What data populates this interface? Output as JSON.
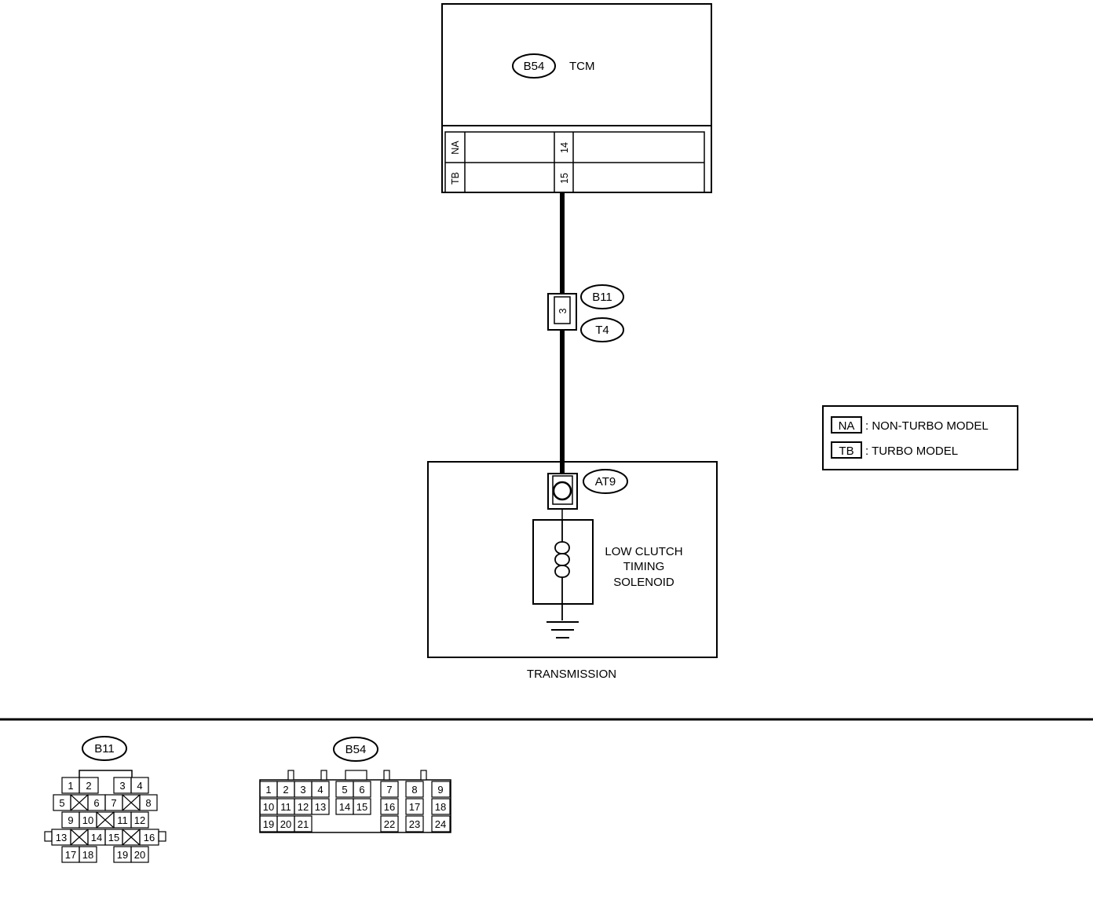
{
  "tcm": {
    "connector_id": "B54",
    "name": "TCM",
    "row_codes": {
      "na": "NA",
      "tb": "TB"
    },
    "pins": {
      "na": "14",
      "tb": "15"
    }
  },
  "junction": {
    "connector_a": "B11",
    "connector_b": "T4",
    "pin": "3"
  },
  "transmission": {
    "connector_id": "AT9",
    "component_lines": [
      "LOW CLUTCH",
      "TIMING",
      "SOLENOID"
    ],
    "label": "TRANSMISSION"
  },
  "legend": {
    "items": [
      {
        "code": "NA",
        "desc": ": NON-TURBO MODEL"
      },
      {
        "code": "TB",
        "desc": ": TURBO MODEL"
      }
    ]
  },
  "connector_views": {
    "b11": {
      "id": "B11",
      "rows": [
        [
          "1",
          "2",
          "3",
          "4"
        ],
        [
          "5",
          "6",
          "7",
          "8"
        ],
        [
          "9",
          "10",
          "11",
          "12"
        ],
        [
          "13",
          "14",
          "15",
          "16"
        ],
        [
          "17",
          "18",
          "19",
          "20"
        ]
      ]
    },
    "b54": {
      "id": "B54",
      "groups": [
        [
          [
            "1",
            "2",
            "3",
            "4"
          ],
          [
            "10",
            "11",
            "12",
            "13"
          ],
          [
            "19",
            "20",
            "21"
          ]
        ],
        [
          [
            "5",
            "6"
          ],
          [
            "14",
            "15"
          ]
        ],
        [
          [
            "7"
          ],
          [
            "16"
          ],
          [
            "22"
          ]
        ],
        [
          [
            "8"
          ],
          [
            "17"
          ],
          [
            "23"
          ]
        ],
        [
          [
            "9"
          ],
          [
            "18"
          ],
          [
            "24"
          ]
        ]
      ]
    }
  }
}
